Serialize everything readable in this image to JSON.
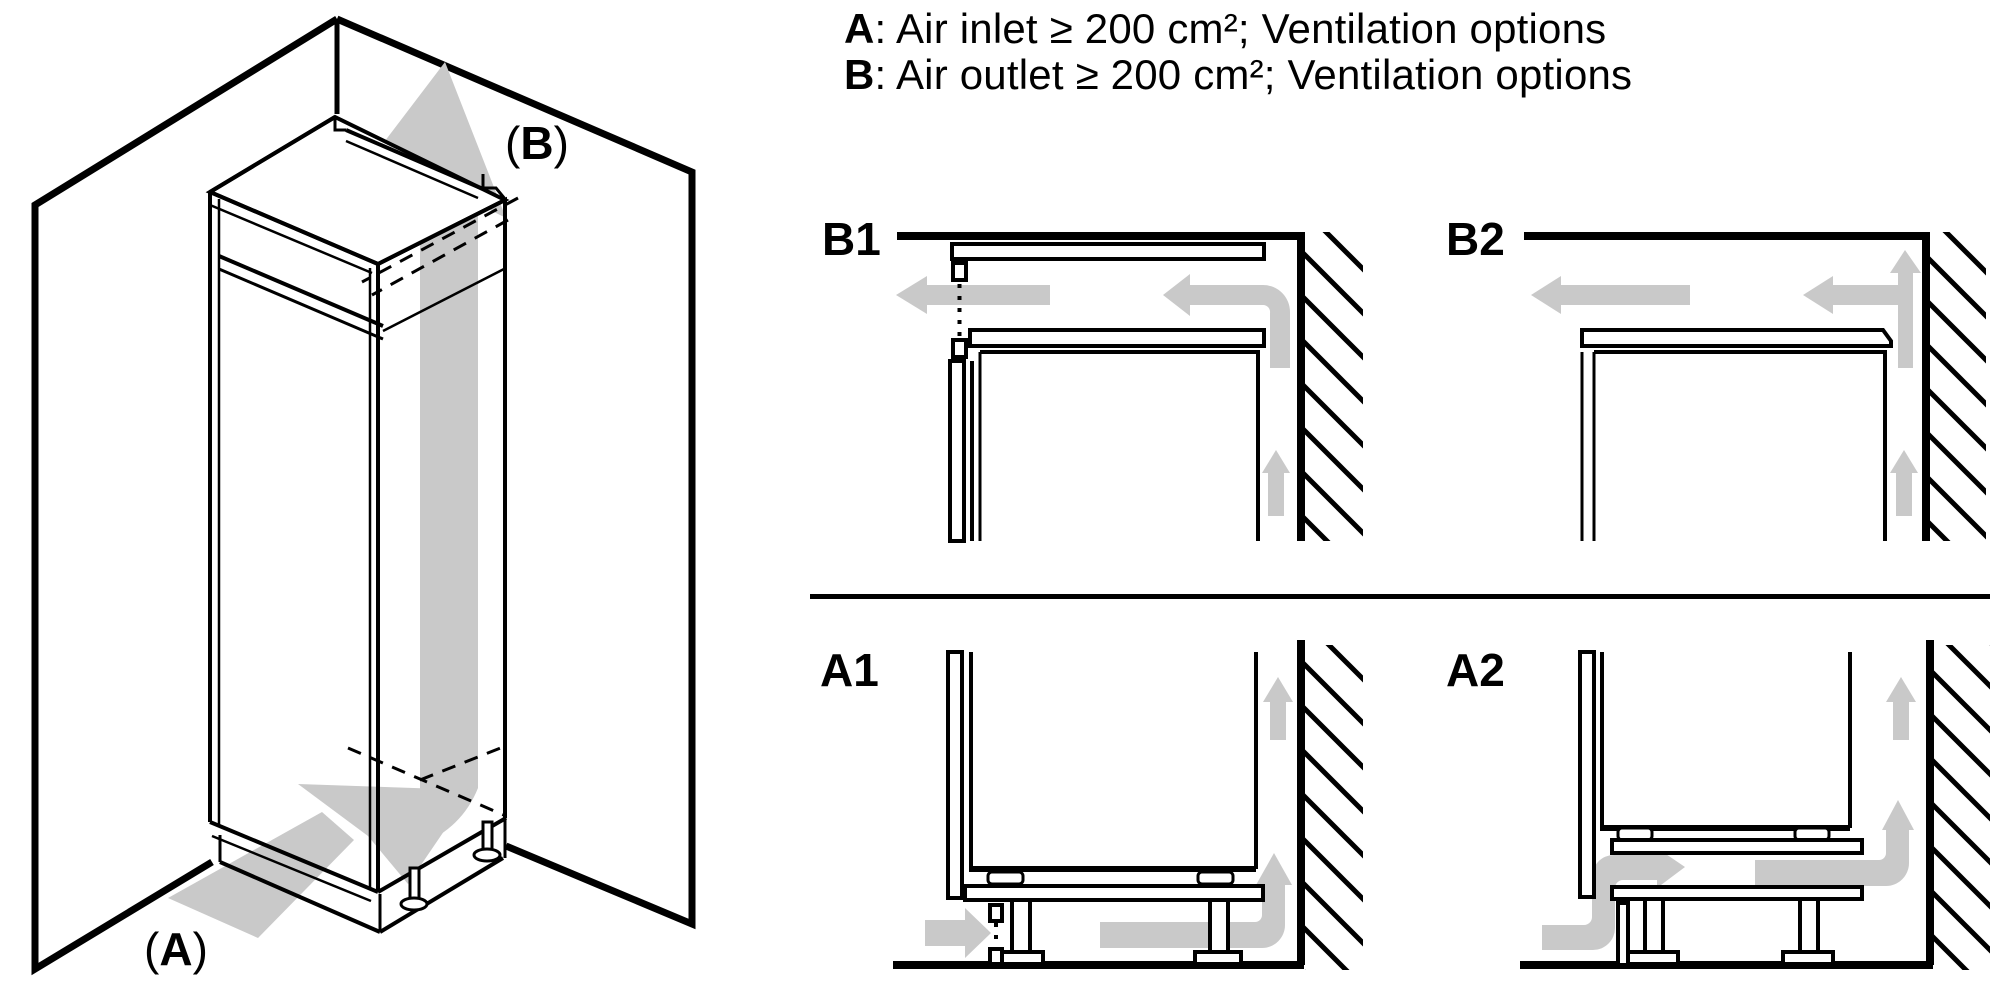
{
  "colors": {
    "ink": "#000000",
    "arrow": "#c9c9c9",
    "background": "#ffffff"
  },
  "legend": {
    "lines": [
      {
        "label": "A",
        "rest": ": Air inlet ≥ 200 cm²; Ventilation options"
      },
      {
        "label": "B",
        "rest": ": Air outlet ≥ 200 cm²; Ventilation options"
      }
    ]
  },
  "overview": {
    "callouts": {
      "outlet": {
        "open": "(",
        "letter": "B",
        "close": ")"
      },
      "inlet": {
        "open": "(",
        "letter": "A",
        "close": ")"
      }
    }
  },
  "panels": [
    {
      "id": "B1",
      "label": "B1"
    },
    {
      "id": "B2",
      "label": "B2"
    },
    {
      "id": "A1",
      "label": "A1"
    },
    {
      "id": "A2",
      "label": "A2"
    }
  ]
}
